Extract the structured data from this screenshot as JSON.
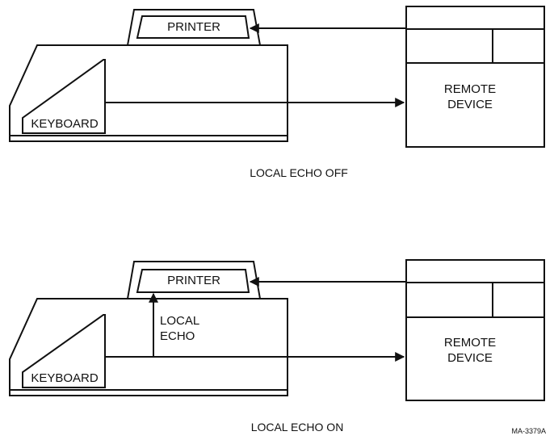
{
  "top": {
    "printer_label": "PRINTER",
    "keyboard_label": "KEYBOARD",
    "remote_line1": "REMOTE",
    "remote_line2": "DEVICE",
    "caption": "LOCAL ECHO OFF"
  },
  "bottom": {
    "printer_label": "PRINTER",
    "keyboard_label": "KEYBOARD",
    "echo_line1": "LOCAL",
    "echo_line2": "ECHO",
    "remote_line1": "REMOTE",
    "remote_line2": "DEVICE",
    "caption": "LOCAL ECHO ON"
  },
  "figure_id": "MA-3379A",
  "colors": {
    "line": "#111111",
    "background": "#ffffff"
  }
}
